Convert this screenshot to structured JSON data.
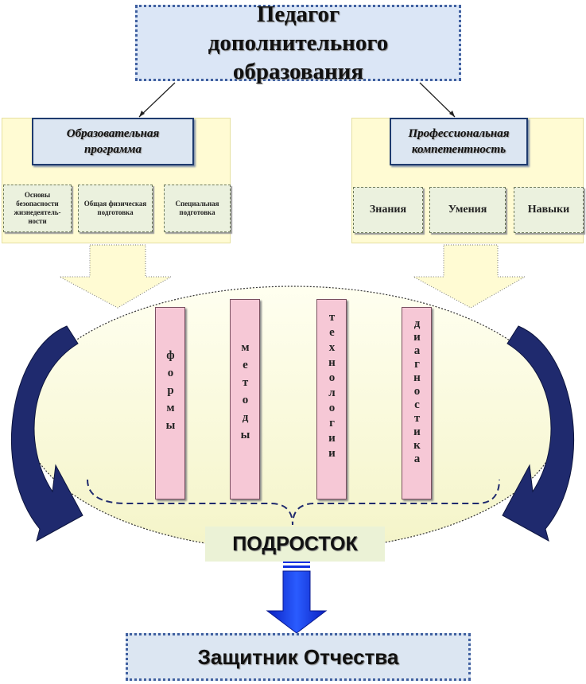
{
  "top": {
    "title": "Педагог дополнительного образования"
  },
  "left": {
    "title": "Образовательная программа",
    "items": [
      "Основы безопасности жизнедеятель-ности",
      "Общая физическая подготовка",
      "Специальная подготовка"
    ]
  },
  "right": {
    "title": "Профессиональная компетентность",
    "items": [
      "Знания",
      "Умения",
      "Навыки"
    ]
  },
  "bars": [
    "формы",
    "методы",
    "технологии",
    "диагностика"
  ],
  "center": {
    "label": "ПОДРОСТОК"
  },
  "bottom": {
    "title": "Защитник Отчества"
  },
  "colors": {
    "box_blue": "#dce6f2",
    "panel_yellow": "#fffbd3",
    "ellipse_fill": "#fbfbe6",
    "bar_pink": "#f6c8d6",
    "curved_arrow": "#1f2a6e",
    "down_arrow": "#1030e0"
  }
}
